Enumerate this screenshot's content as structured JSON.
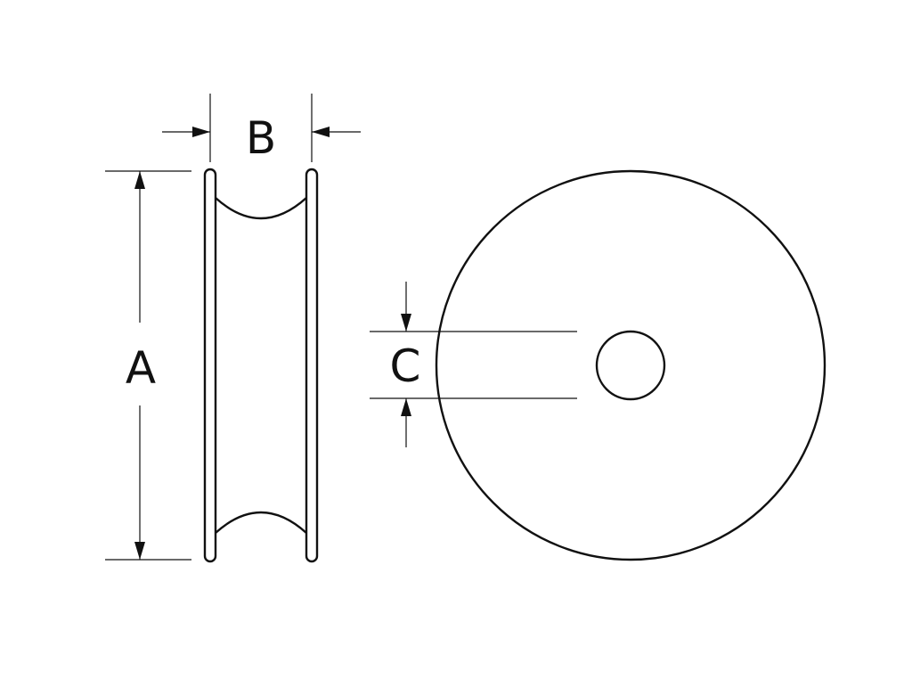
{
  "labels": {
    "a": "A",
    "b": "B",
    "c": "C"
  },
  "colors": {
    "line": "#111111",
    "background": "#ffffff"
  }
}
